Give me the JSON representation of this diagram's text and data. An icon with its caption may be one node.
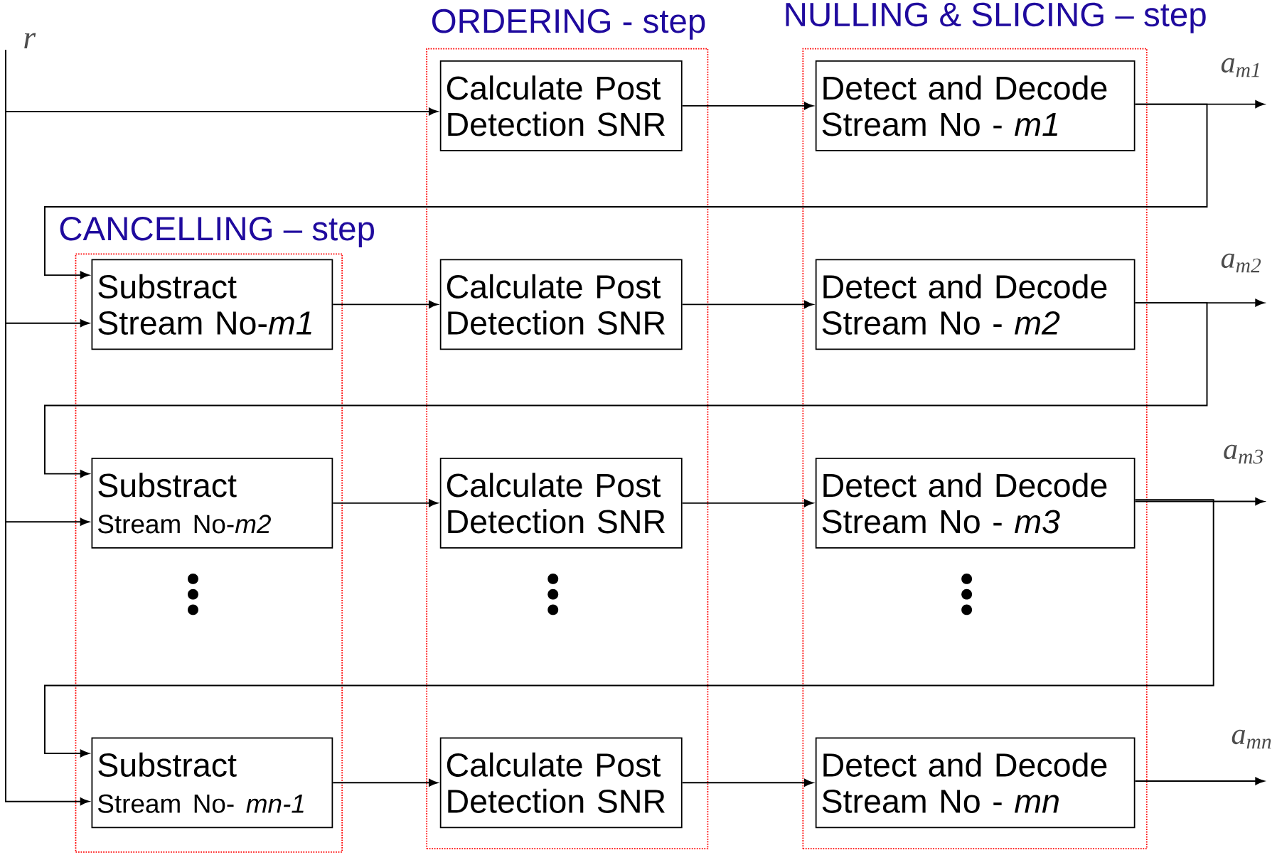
{
  "diagram": {
    "nodes": [
      {
        "text": [
          "r"
        ]
      },
      {
        "text": [
          "ORDERING - step"
        ]
      },
      {
        "text": [
          "NULLING & SLICING – step"
        ]
      },
      {
        "text": [
          "CANCELLING – step"
        ]
      },
      {
        "text": [
          "Calculate Post Detection SNR"
        ],
        "in": 1
      },
      {
        "text": [
          "Detect and Decode Stream No - *m1*"
        ],
        "in": 2
      },
      {
        "text": [
          "Substract",
          "Stream No-*m1*"
        ],
        "in": 3
      },
      {
        "text": [
          "Calculate Post Detection SNR"
        ],
        "in": 1
      },
      {
        "text": [
          "Detect and Decode Stream No - *m2*"
        ],
        "in": 2
      },
      {
        "text": [
          "Substract",
          "Stream No-*m2*"
        ],
        "in": 3
      },
      {
        "text": [
          "Calculate Post Detection SNR"
        ],
        "in": 1
      },
      {
        "text": [
          "Detect and Decode Stream No - *m3*"
        ],
        "in": 2
      },
      {
        "text": [
          "Substract",
          "Stream No- *mn-1*"
        ],
        "in": 3
      },
      {
        "text": [
          "Calculate Post Detection SNR"
        ],
        "in": 1
      },
      {
        "text": [
          "Detect and Decode Stream No - *mn*"
        ],
        "in": 2
      }
    ],
    "edges": [
      {
        "from": 0,
        "to": 4,
        "arrow": "to"
      },
      {
        "from": 4,
        "to": 5,
        "arrow": "to"
      },
      {
        "from": 5,
        "to": null,
        "arrow": "to",
        "label": "a$_{m1}$"
      },
      {
        "from": 5,
        "to": 6,
        "arrow": "to"
      },
      {
        "from": 0,
        "to": 6,
        "arrow": "to"
      },
      {
        "from": 6,
        "to": 7,
        "arrow": "to"
      },
      {
        "from": 7,
        "to": 8,
        "arrow": "to"
      },
      {
        "from": 8,
        "to": null,
        "arrow": "to",
        "label": "a$_{m2}$"
      },
      {
        "from": 8,
        "to": 9,
        "arrow": "to"
      },
      {
        "from": 0,
        "to": 9,
        "arrow": "to"
      },
      {
        "from": 9,
        "to": 10,
        "arrow": "to"
      },
      {
        "from": 10,
        "to": 11,
        "arrow": "to"
      },
      {
        "from": 11,
        "to": null,
        "arrow": "to",
        "label": "a$_{m3}$"
      },
      {
        "from": 11,
        "to": 12,
        "arrow": "to"
      },
      {
        "from": 0,
        "to": 12,
        "arrow": "to"
      },
      {
        "from": 12,
        "to": 13,
        "arrow": "to"
      },
      {
        "from": 13,
        "to": 14,
        "arrow": "to"
      },
      {
        "from": 14,
        "to": null,
        "arrow": "to",
        "label": "a$_{mn}$"
      }
    ]
  }
}
